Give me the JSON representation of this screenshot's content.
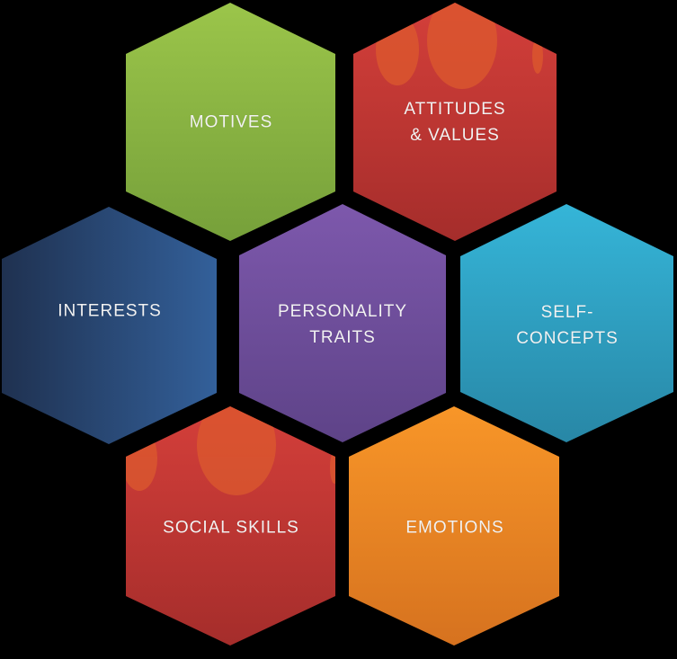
{
  "diagram": {
    "title": "Competency iceberg hexagons",
    "background": "#000000",
    "hexagons": [
      {
        "id": "motives",
        "label": "MOTIVES",
        "colors": {
          "top": "#9bc54a",
          "bottom": "#76a03a"
        },
        "gradient": "vertical"
      },
      {
        "id": "attitudes-values",
        "label": "ATTITUDES\n& VALUES",
        "colors": {
          "top": "#d43f3a",
          "bottom": "#a52d2b"
        },
        "gradient": "vertical",
        "blobs": true
      },
      {
        "id": "interests",
        "label": "INTERESTS",
        "colors": {
          "left": "#1f3150",
          "right": "#33609a"
        },
        "gradient": "horizontal"
      },
      {
        "id": "personality-traits",
        "label": "PERSONALITY\nTRAITS",
        "colors": {
          "top": "#7d58ac",
          "bottom": "#5e4388"
        },
        "gradient": "vertical"
      },
      {
        "id": "self-concepts",
        "label": "SELF-\nCONCEPTS",
        "colors": {
          "top": "#35b5d8",
          "bottom": "#2887a6"
        },
        "gradient": "vertical"
      },
      {
        "id": "social-skills",
        "label": "SOCIAL SKILLS",
        "colors": {
          "top": "#d43f3a",
          "bottom": "#a52d2b"
        },
        "gradient": "vertical",
        "blobs": true
      },
      {
        "id": "emotions",
        "label": "EMOTIONS",
        "colors": {
          "top": "#f89628",
          "bottom": "#d6721f"
        },
        "gradient": "vertical"
      }
    ]
  }
}
